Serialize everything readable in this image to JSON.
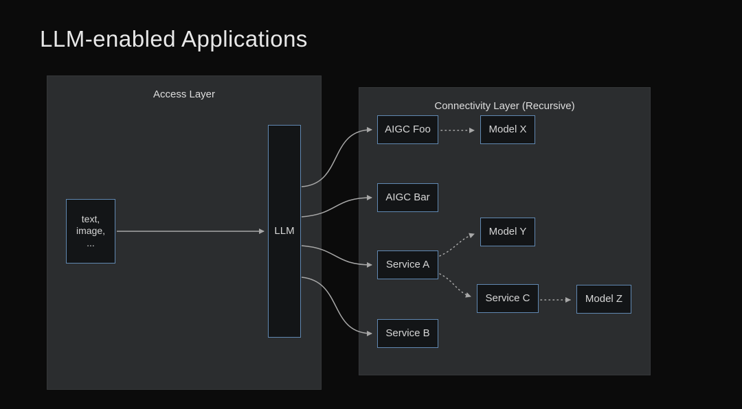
{
  "title": "LLM-enabled Applications",
  "panels": {
    "access": {
      "label": "Access Layer"
    },
    "connectivity": {
      "label": "Connectivity Layer (Recursive)"
    }
  },
  "nodes": {
    "input": {
      "label": "text,\nimage,\n..."
    },
    "llm": {
      "label": "LLM"
    },
    "aigc_foo": {
      "label": "AIGC Foo"
    },
    "aigc_bar": {
      "label": "AIGC Bar"
    },
    "service_a": {
      "label": "Service A"
    },
    "service_b": {
      "label": "Service B"
    },
    "model_x": {
      "label": "Model X"
    },
    "model_y": {
      "label": "Model Y"
    },
    "service_c": {
      "label": "Service C"
    },
    "model_z": {
      "label": "Model Z"
    }
  },
  "edges": [
    {
      "from": "input",
      "to": "llm",
      "style": "solid"
    },
    {
      "from": "llm",
      "to": "aigc_foo",
      "style": "solid"
    },
    {
      "from": "llm",
      "to": "aigc_bar",
      "style": "solid"
    },
    {
      "from": "llm",
      "to": "service_a",
      "style": "solid"
    },
    {
      "from": "llm",
      "to": "service_b",
      "style": "solid"
    },
    {
      "from": "aigc_foo",
      "to": "model_x",
      "style": "dotted"
    },
    {
      "from": "service_a",
      "to": "model_y",
      "style": "dotted"
    },
    {
      "from": "service_a",
      "to": "service_c",
      "style": "dotted"
    },
    {
      "from": "service_c",
      "to": "model_z",
      "style": "dotted"
    }
  ],
  "colors": {
    "background": "#0b0b0b",
    "panel": "#2b2d2f",
    "node_fill": "#131517",
    "node_border": "#6189b3",
    "arrow": "#a8a8a8",
    "text": "#e8e8e8"
  }
}
